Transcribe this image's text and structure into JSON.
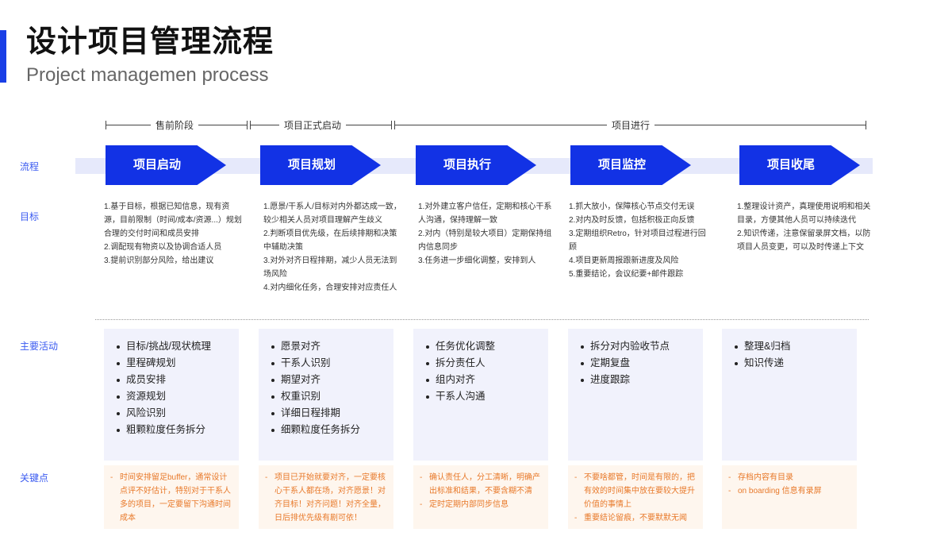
{
  "title": "设计项目管理流程",
  "subtitle": "Project managemen process",
  "timeline": {
    "segments": [
      {
        "label": "售前阶段"
      },
      {
        "label": "项目正式启动"
      },
      {
        "label": "项目进行"
      }
    ]
  },
  "row_labels": {
    "flow": "流程",
    "goal": "目标",
    "activities": "主要活动",
    "keypoints": "关键点"
  },
  "phases": [
    {
      "name": "项目启动",
      "goals": [
        "1.基于目标，根据已知信息，现有资源，目前限制（时间/成本/资源...）规划合理的交付时间和成员安排",
        "2.调配现有物资以及协调合适人员",
        "3.提前识别部分风险，给出建议"
      ],
      "activities": [
        "目标/挑战/现状梳理",
        "里程碑规划",
        "成员安排",
        "资源规划",
        "风险识别",
        "粗颗粒度任务拆分"
      ],
      "keypoints": [
        "时间安排留足buffer，通常设计点评不好估计，特别对于干系人多的项目，一定要留下沟通时间成本"
      ]
    },
    {
      "name": "项目规划",
      "goals": [
        "1.愿景/干系人/目标对内外都达成一致，较少相关人员对项目理解产生歧义",
        "2.判断项目优先级，在后续排期和决策中辅助决策",
        "3.对外对齐日程排期，减少人员无法到场风险",
        "4.对内细化任务，合理安排对应责任人"
      ],
      "activities": [
        "愿景对齐",
        "干系人识别",
        "期望对齐",
        "权重识别",
        "详细日程排期",
        "细颗粒度任务拆分"
      ],
      "keypoints": [
        "项目已开始就要对齐，一定要核心干系人都在场，对齐愿景！对齐目标！对齐问题！对齐全量，日后排优先级有剧可依！"
      ]
    },
    {
      "name": "项目执行",
      "goals": [
        "1.对外建立客户信任，定期和核心干系人沟通，保持理解一致",
        "2.对内（特别是较大项目）定期保持组内信息同步",
        "3.任务进一步细化调整，安排到人"
      ],
      "activities": [
        "任务优化调整",
        "拆分责任人",
        "组内对齐",
        "干系人沟通"
      ],
      "keypoints": [
        "确认责任人，分工清晰，明确产出标准和结果，不要含糊不清",
        "定时定期内部同步信息"
      ]
    },
    {
      "name": "项目监控",
      "goals": [
        "1.抓大放小，保障核心节点交付无误",
        "2.对内及时反馈，包括积极正向反馈",
        "3.定期组织Retro，针对项目过程进行回顾",
        "4.项目更新周报跟新进度及风险",
        "5.重要结论，会议纪要+邮件跟踪"
      ],
      "activities": [
        "拆分对内验收节点",
        "定期复盘",
        "进度跟踪"
      ],
      "keypoints": [
        "不要啥都管，时间是有限的，把有效的时间集中放在要较大提升价值的事情上",
        "重要结论留痕，不要默默无闻"
      ]
    },
    {
      "name": "项目收尾",
      "goals": [
        "1.整理设计资产，真理使用说明和相关目录，方便其他人员可以持续迭代",
        "2.知识传递，注意保留录屏文档，以防项目人员变更，可以及时传递上下文"
      ],
      "activities": [
        "整理&归档",
        "知识传递"
      ],
      "keypoints": [
        "存档内容有目录",
        "on boarding 信息有录屏"
      ]
    }
  ],
  "colors": {
    "primary": "#1232e5",
    "band": "#e6e9fb",
    "label": "#3b5bf0",
    "activity_bg": "#f1f2fc",
    "keypoint_bg": "#fef6ee",
    "keypoint_text": "#e8792a"
  }
}
